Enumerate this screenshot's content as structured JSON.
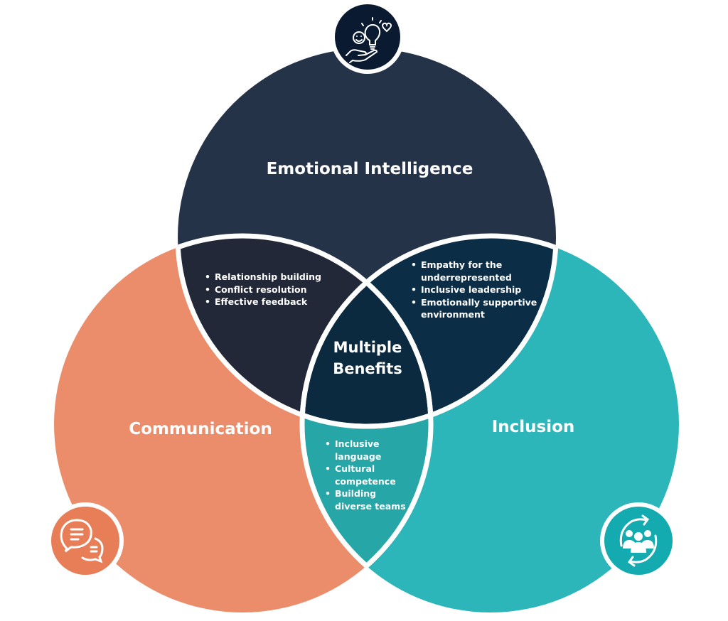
{
  "sets": {
    "top": {
      "label": "Emotional Intelligence",
      "icon": "idea-hand-heart-icon",
      "color": "#253349"
    },
    "left": {
      "label": "Communication",
      "icon": "chat-bubbles-icon",
      "color": "#EB8D6B"
    },
    "right": {
      "label": "Inclusion",
      "icon": "team-cycle-icon",
      "color": "#2CB6B9"
    }
  },
  "center": {
    "label_line1": "Multiple",
    "label_line2": "Benefits",
    "color": "#0B2A40"
  },
  "overlaps": {
    "top_left": {
      "color": "#222838",
      "items": [
        "Relationship building",
        "Conflict resolution",
        "Effective feedback"
      ]
    },
    "top_right": {
      "color": "#0B2D45",
      "items": [
        "Empathy for the underrepresented",
        "Inclusive leadership",
        "Emotionally supportive environment"
      ]
    },
    "left_right": {
      "color": "#26A6A7",
      "items": [
        "Inclusive language",
        "Cultural competence",
        "Building diverse teams"
      ]
    }
  }
}
